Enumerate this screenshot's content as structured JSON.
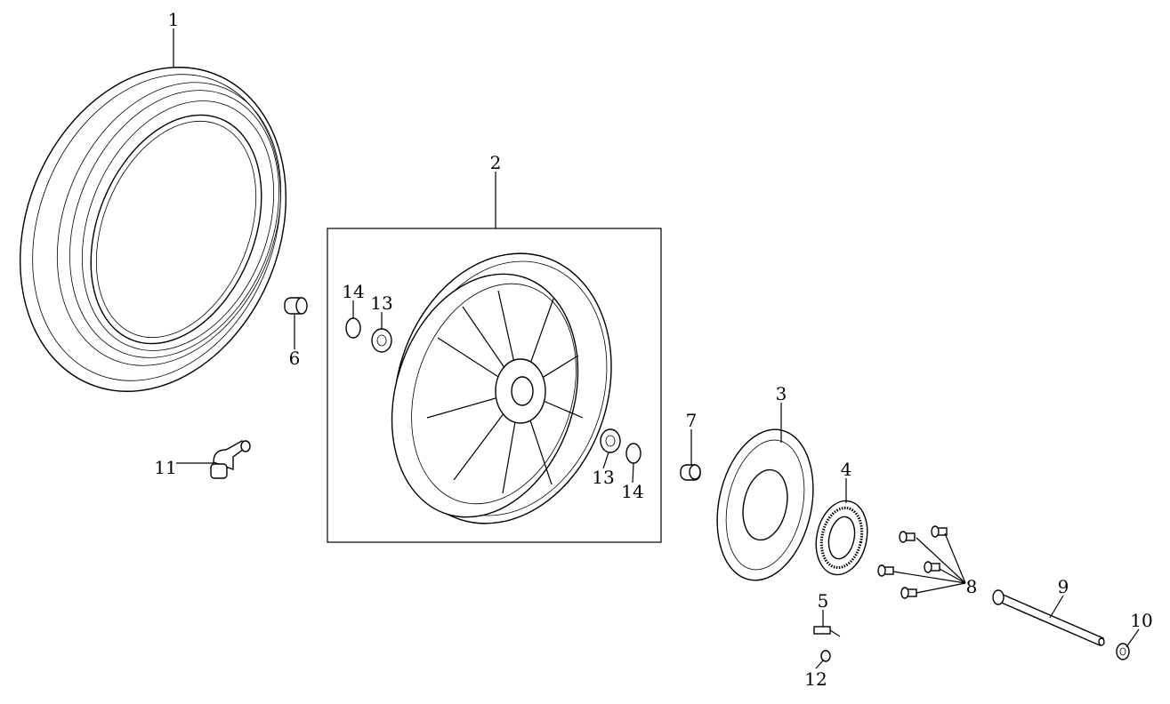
{
  "title": "Front wheel exploded parts diagram",
  "callouts": {
    "tire": "1",
    "wheel_assembly": "2",
    "brake_disc": "3",
    "abs_ring": "4",
    "sensor_screw": "5",
    "spacer_left": "6",
    "spacer_right": "7",
    "disc_bolts": "8",
    "axle": "9",
    "axle_nut": "10",
    "valve": "11",
    "small_bolt": "12",
    "bearing_left": "13",
    "bearing_right": "13",
    "seal_left": "14",
    "seal_right": "14"
  }
}
